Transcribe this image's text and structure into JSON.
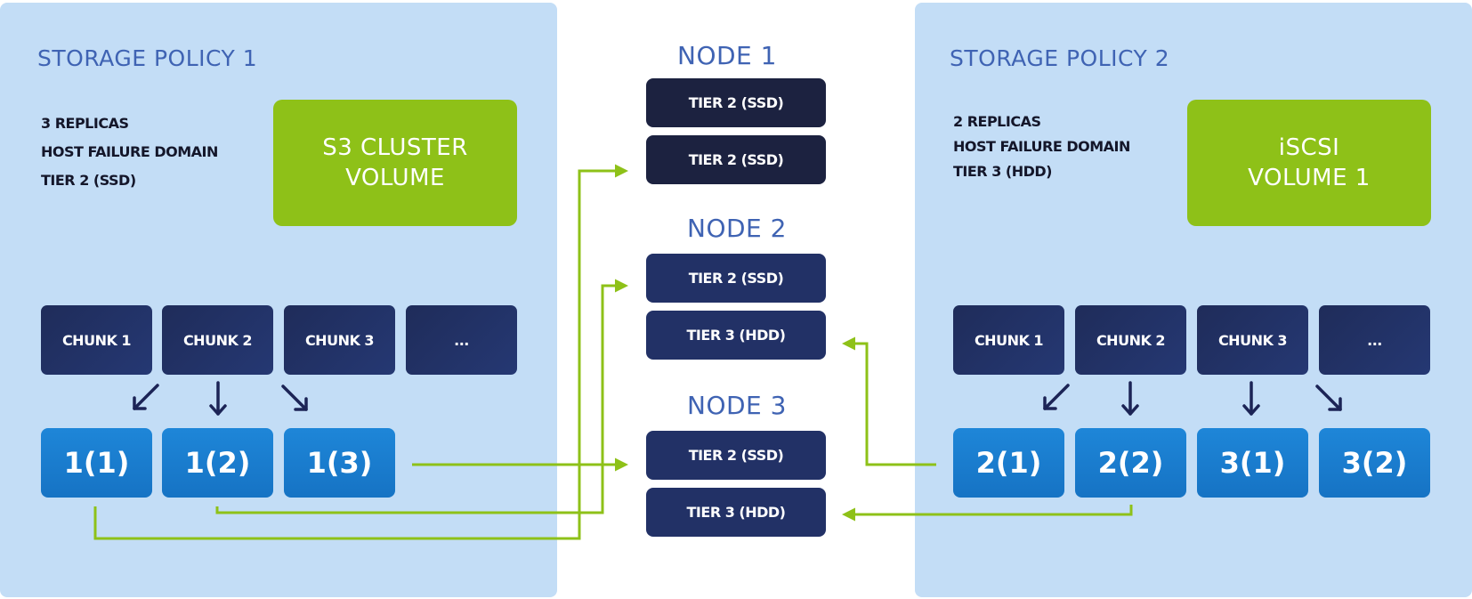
{
  "policies": [
    {
      "title": "STORAGE POLICY 1",
      "props": [
        "3 REPLICAS",
        "HOST FAILURE DOMAIN",
        "TIER 2 (SSD)"
      ],
      "volume": [
        "S3 CLUSTER",
        "VOLUME"
      ],
      "chunks": [
        "CHUNK 1",
        "CHUNK 2",
        "CHUNK 3",
        "..."
      ],
      "replicas": [
        "1(1)",
        "1(2)",
        "1(3)"
      ]
    },
    {
      "title": "STORAGE POLICY 2",
      "props": [
        "2 REPLICAS",
        "HOST FAILURE DOMAIN",
        "TIER 3 (HDD)"
      ],
      "volume": [
        "iSCSI",
        "VOLUME 1"
      ],
      "chunks": [
        "CHUNK 1",
        "CHUNK 2",
        "CHUNK 3",
        "..."
      ],
      "replicas": [
        "2(1)",
        "2(2)",
        "3(1)",
        "3(2)"
      ]
    }
  ],
  "nodes": [
    {
      "title": "NODE 1",
      "tiers": [
        "TIER 2 (SSD)",
        "TIER 2 (SSD)"
      ]
    },
    {
      "title": "NODE 2",
      "tiers": [
        "TIER 2 (SSD)",
        "TIER 3 (HDD)"
      ]
    },
    {
      "title": "NODE 3",
      "tiers": [
        "TIER 2 (SSD)",
        "TIER 3 (HDD)"
      ]
    }
  ],
  "colors": {
    "panel": "#c3ddf6",
    "title": "#3f63b3",
    "volume": "#8ec118",
    "chunk": "#223166",
    "replica": "#1a7dd0",
    "connector": "#8ec118",
    "arrow": "#1c2456"
  }
}
